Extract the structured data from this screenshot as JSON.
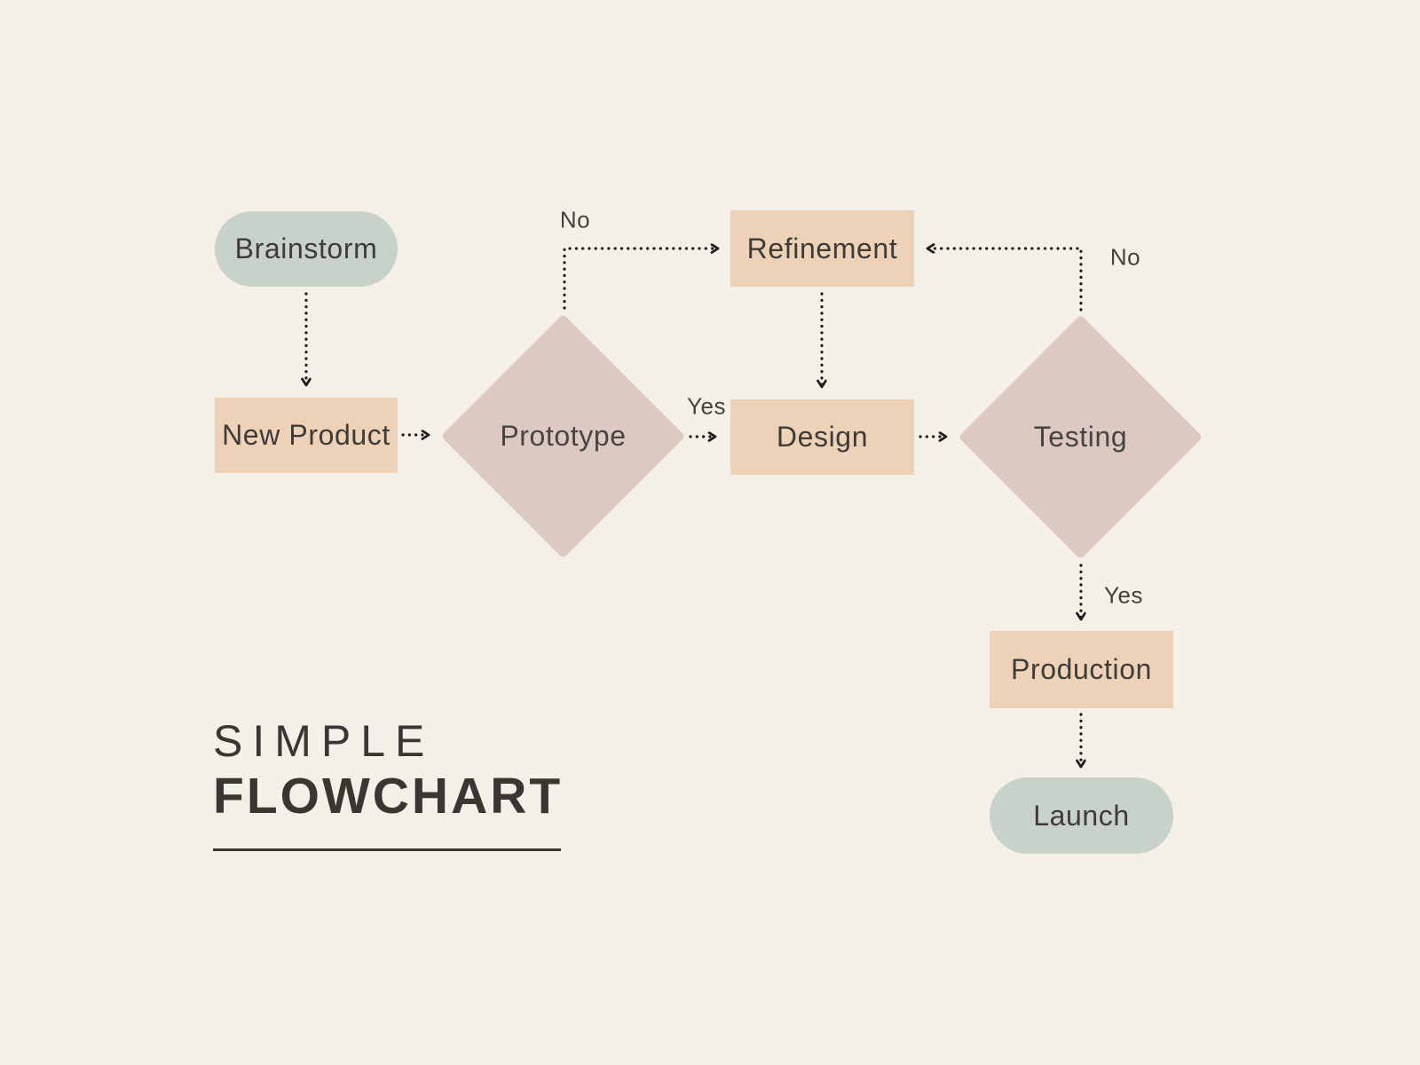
{
  "title": {
    "line1": "SIMPLE",
    "line2": "FLOWCHART"
  },
  "nodes": [
    {
      "id": "brainstorm",
      "label": "Brainstorm",
      "shape": "pill",
      "color": "#c8d2c8"
    },
    {
      "id": "new-product",
      "label": "New Product",
      "shape": "box",
      "color": "#edd2b8"
    },
    {
      "id": "prototype",
      "label": "Prototype",
      "shape": "diamond",
      "color": "#dcc9c2"
    },
    {
      "id": "refinement",
      "label": "Refinement",
      "shape": "box",
      "color": "#edd2b8"
    },
    {
      "id": "design",
      "label": "Design",
      "shape": "box",
      "color": "#edd2b8"
    },
    {
      "id": "testing",
      "label": "Testing",
      "shape": "diamond",
      "color": "#dcc9c2"
    },
    {
      "id": "production",
      "label": "Production",
      "shape": "box",
      "color": "#edd2b8"
    },
    {
      "id": "launch",
      "label": "Launch",
      "shape": "pill",
      "color": "#c8d2c8"
    }
  ],
  "edges": [
    {
      "from": "brainstorm",
      "to": "new-product",
      "label": ""
    },
    {
      "from": "new-product",
      "to": "prototype",
      "label": ""
    },
    {
      "from": "prototype",
      "to": "refinement",
      "label": "No"
    },
    {
      "from": "prototype",
      "to": "design",
      "label": "Yes"
    },
    {
      "from": "refinement",
      "to": "design",
      "label": ""
    },
    {
      "from": "design",
      "to": "testing",
      "label": ""
    },
    {
      "from": "testing",
      "to": "refinement",
      "label": "No"
    },
    {
      "from": "testing",
      "to": "production",
      "label": "Yes"
    },
    {
      "from": "production",
      "to": "launch",
      "label": ""
    }
  ],
  "colors": {
    "background": "#f4efe7",
    "pill": "#c8d2c8",
    "box": "#edd2b8",
    "diamond": "#dcc9c2",
    "node_text": "#3f3b37",
    "title_text": "#3a3733",
    "arrow": "#1f1d1a"
  }
}
